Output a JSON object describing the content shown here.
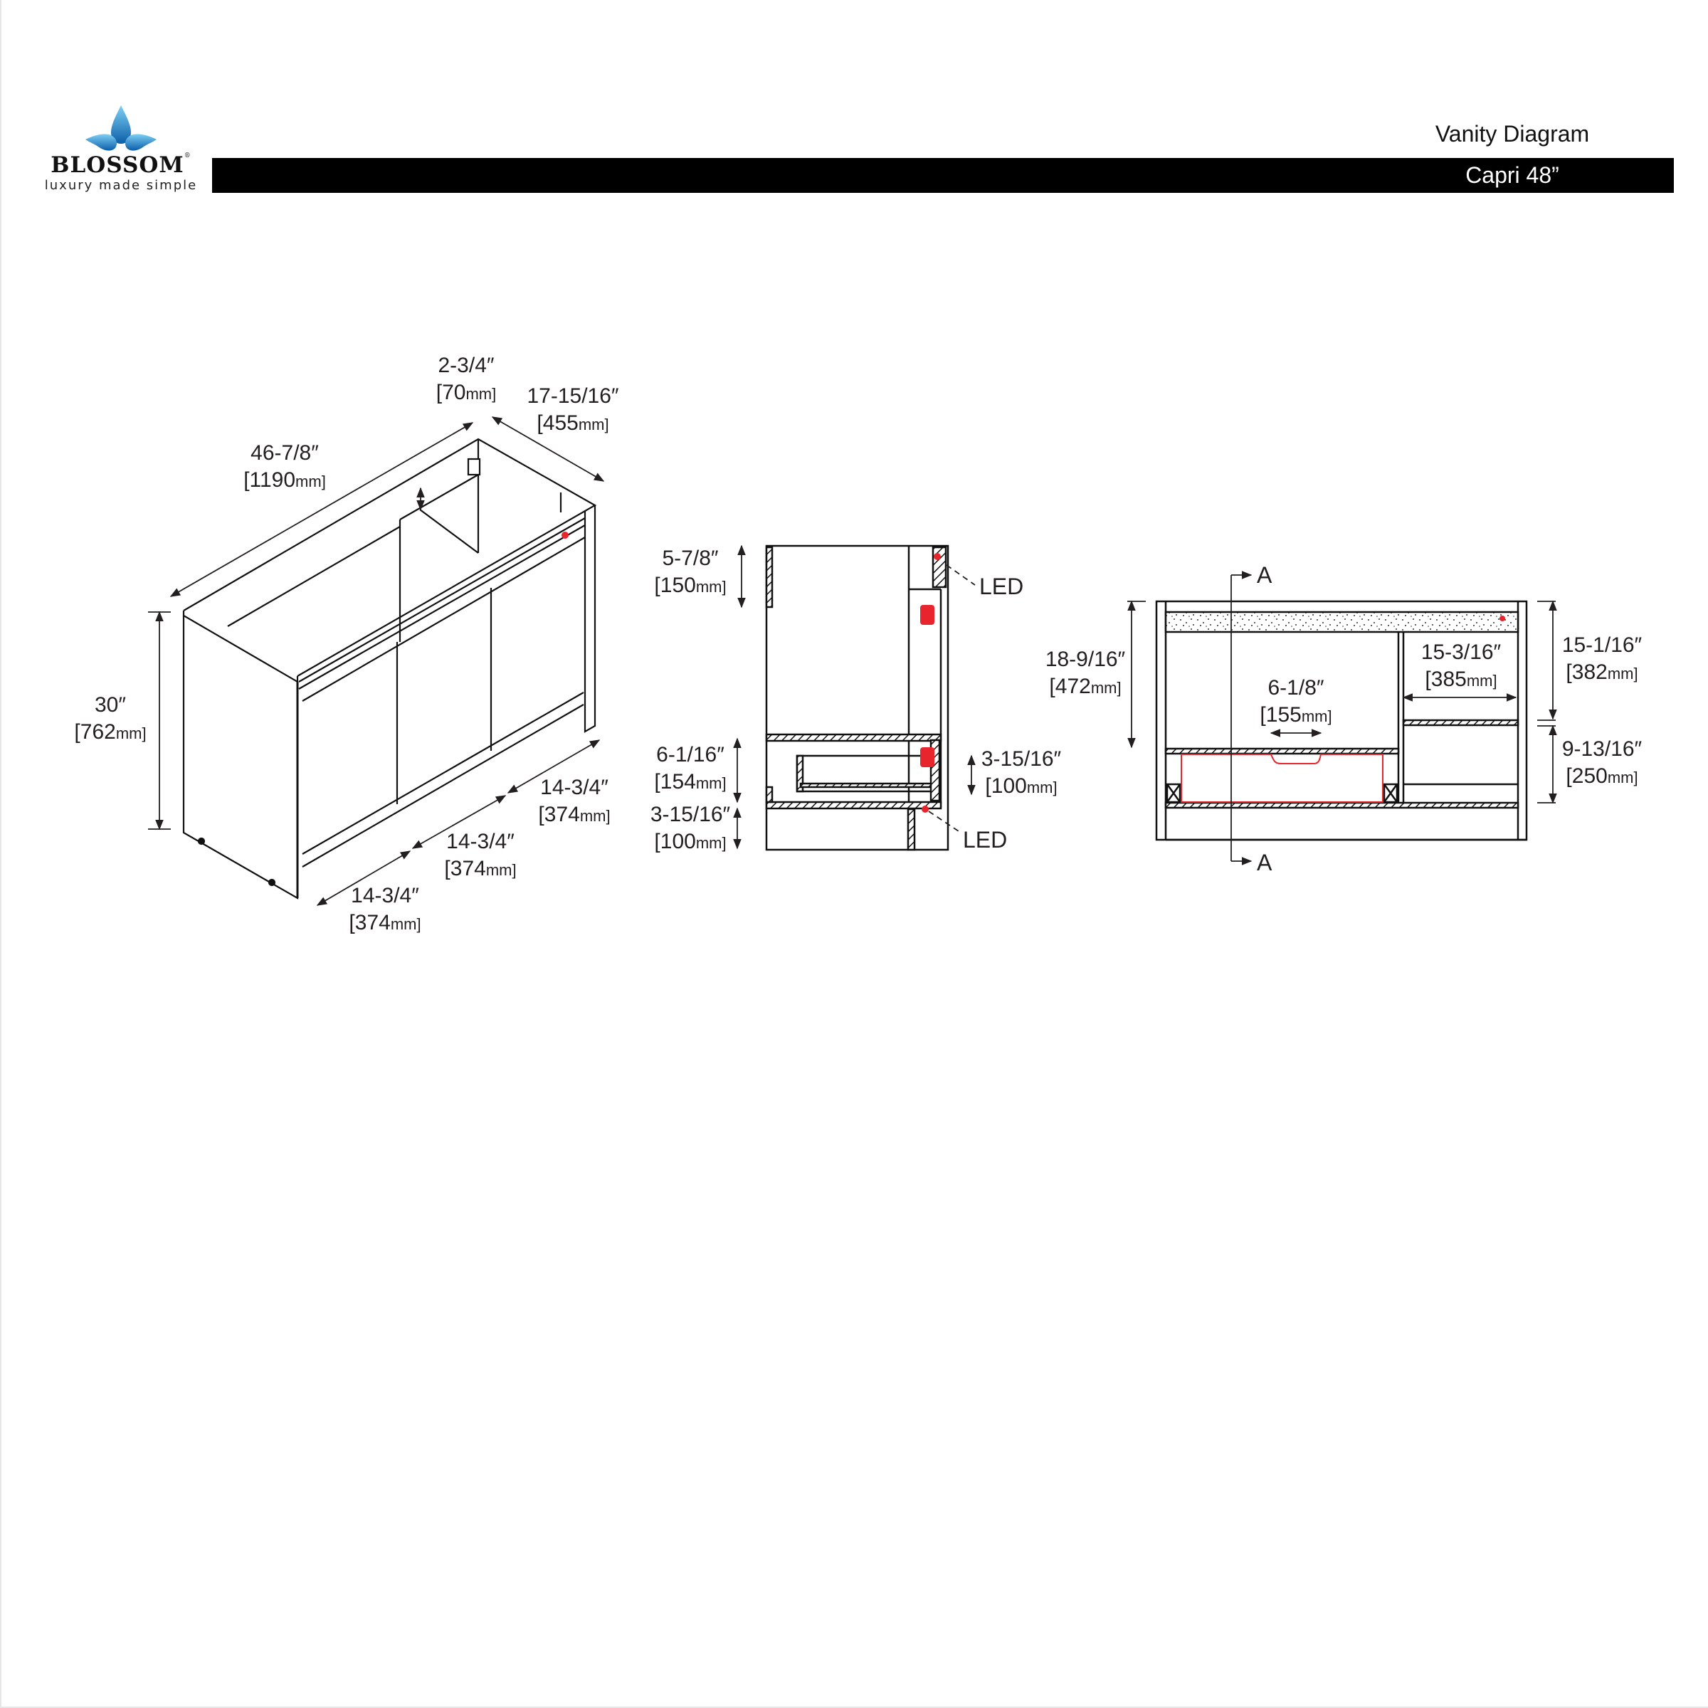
{
  "header": {
    "brand": "BLOSSOM",
    "registered_mark": "®",
    "tagline": "luxury made simple",
    "doc_title": "Vanity Diagram",
    "model": "Capri 48”",
    "colors": {
      "bar": "#000000",
      "logo_blue": "#1a7fc6",
      "accent_red": "#e8242c"
    }
  },
  "isometric_view": {
    "width": {
      "in": "46-7/8″",
      "mm": "[1190",
      "unit": "mm]"
    },
    "top_gap": {
      "in": "2-3/4″",
      "mm": "[70",
      "unit": "mm]"
    },
    "depth": {
      "in": "17-15/16″",
      "mm": "[455",
      "unit": "mm]"
    },
    "height": {
      "in": "30″",
      "mm": "[762",
      "unit": "mm]"
    },
    "doors": [
      {
        "in": "14-3/4″",
        "mm": "[374",
        "unit": "mm]"
      },
      {
        "in": "14-3/4″",
        "mm": "[374",
        "unit": "mm]"
      },
      {
        "in": "14-3/4″",
        "mm": "[374",
        "unit": "mm]"
      }
    ]
  },
  "section_view": {
    "top_rail": {
      "in": "5-7/8″",
      "mm": "[150",
      "unit": "mm]"
    },
    "drawer_zone": {
      "in": "6-1/16″",
      "mm": "[154",
      "unit": "mm]"
    },
    "bottom_toe": {
      "in": "3-15/16″",
      "mm": "[100",
      "unit": "mm]"
    },
    "drawer_height": {
      "in": "3-15/16″",
      "mm": "[100",
      "unit": "mm]"
    },
    "led_top": "LED",
    "led_bottom": "LED"
  },
  "front_view": {
    "section_marker": "A",
    "section_marker_bottom": "A",
    "interior_height": {
      "in": "18-9/16″",
      "mm": "[472",
      "unit": "mm]"
    },
    "handle_width": {
      "in": "6-1/8″",
      "mm": "[155",
      "unit": "mm]"
    },
    "side_bay_width": {
      "in": "15-3/16″",
      "mm": "[385",
      "unit": "mm]"
    },
    "upper_height": {
      "in": "15-1/16″",
      "mm": "[382",
      "unit": "mm]"
    },
    "lower_height": {
      "in": "9-13/16″",
      "mm": "[250",
      "unit": "mm]"
    }
  }
}
